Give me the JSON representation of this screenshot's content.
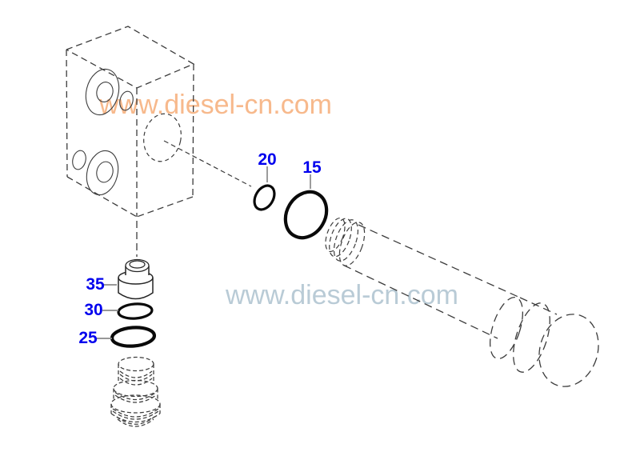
{
  "watermarks": {
    "top": "www.diesel-cn.com",
    "middle": "www.diesel-cn.com"
  },
  "parts": [
    {
      "ref": "20"
    },
    {
      "ref": "15"
    },
    {
      "ref": "35"
    },
    {
      "ref": "30"
    },
    {
      "ref": "25"
    }
  ],
  "colors": {
    "background": "#ffffff",
    "label_blue": "#0000ee",
    "leader_gray": "#8a8a8a",
    "line_dark": "#3c3c3c",
    "oring_black": "#0a0a0a",
    "watermark_orange": "#f7b98c",
    "watermark_blue": "#b9cbd6"
  }
}
